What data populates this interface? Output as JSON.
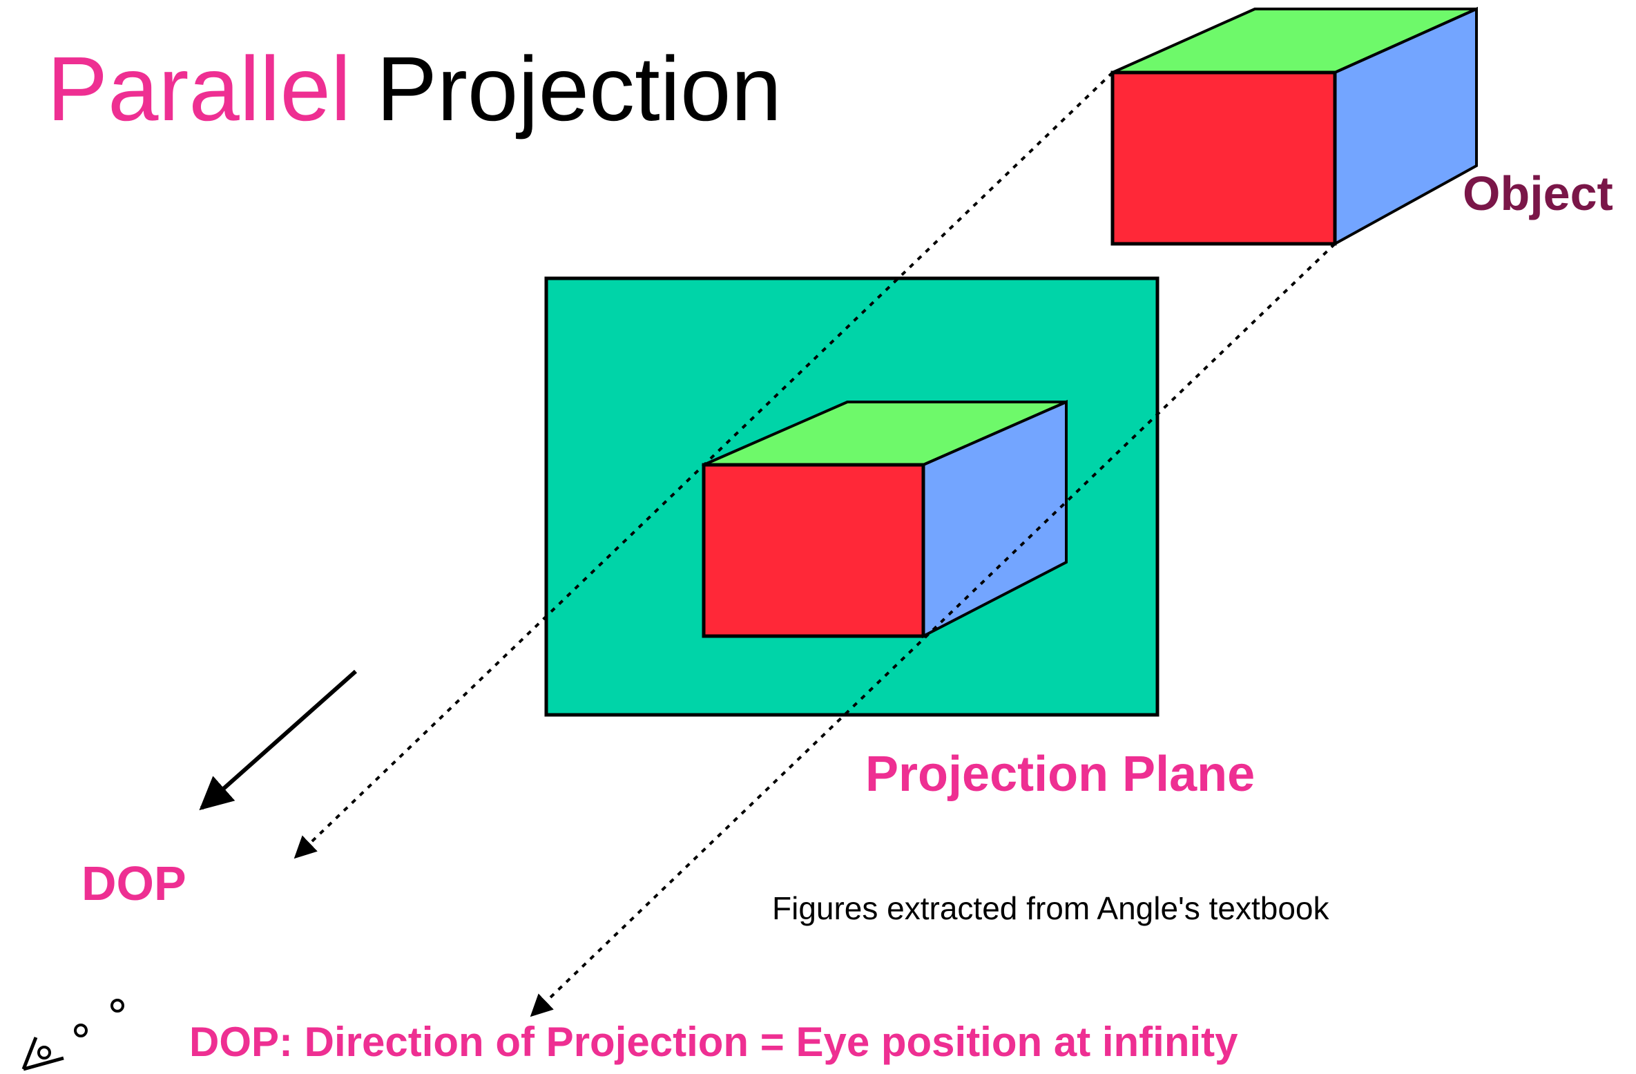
{
  "title": {
    "word1": "Parallel",
    "word2": "Projection"
  },
  "labels": {
    "object": "Object",
    "projection_plane": "Projection Plane",
    "dop": "DOP",
    "caption": "Figures extracted from Angle's textbook",
    "dop_definition": "DOP: Direction of Projection = Eye position at infinity"
  },
  "colors": {
    "accent_pink": "#ee2f92",
    "object_label": "#7a1648",
    "plane_fill": "#00d4a8",
    "box_front": "#ff2838",
    "box_top": "#6ef96a",
    "box_side": "#73a5ff",
    "stroke": "#000000"
  },
  "icons": {
    "eye": "eye-icon"
  }
}
